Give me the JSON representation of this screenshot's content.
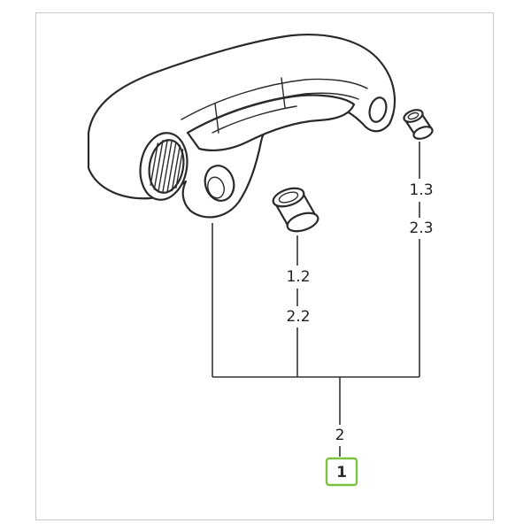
{
  "callouts": {
    "bushing_right": [
      "1.3",
      "2.3"
    ],
    "bushing_center": [
      "1.2",
      "2.2"
    ],
    "assembly": "2",
    "highlighted": "1"
  },
  "colors": {
    "highlight_border": "#7cc242",
    "highlight_text": "#2c2c2c",
    "line": "#333333"
  },
  "icons": {
    "main_part": "rocker-arm-icon",
    "bushing_right": "bushing-icon",
    "bushing_center": "bushing-icon"
  }
}
